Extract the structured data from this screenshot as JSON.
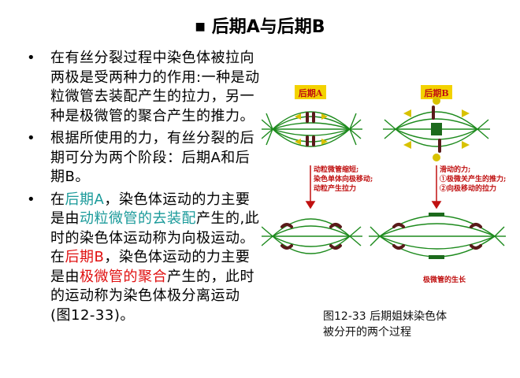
{
  "slide": {
    "title_marker": "■",
    "title": "后期A与后期B",
    "bullets": [
      {
        "marker": "•",
        "segments": [
          {
            "text": "在有丝分裂过程中染色体被拉向两极是受两种力的作用:一种是动粒微管去装配产生的拉力，另一种是极微管的聚合产生的推力。",
            "color": "black"
          }
        ]
      },
      {
        "marker": "•",
        "segments": [
          {
            "text": "根据所使用的力，有丝分裂的后期可分为两个阶段：后期A和后期B。",
            "color": "black"
          }
        ]
      },
      {
        "marker": "•",
        "segments": [
          {
            "text": "在",
            "color": "black"
          },
          {
            "text": "后期A",
            "color": "teal"
          },
          {
            "text": "，染色体运动的力主要是由",
            "color": "black"
          },
          {
            "text": "动粒微管的去装配",
            "color": "teal"
          },
          {
            "text": "产生的,此时的染色体运动称为向极运动。在",
            "color": "black"
          },
          {
            "text": "后期B",
            "color": "red"
          },
          {
            "text": "，染色体运动的力主要是由",
            "color": "black"
          },
          {
            "text": "极微管的聚合",
            "color": "red"
          },
          {
            "text": "产生的，此时的运动称为染色体极分离运动(图12-33)。",
            "color": "black"
          }
        ]
      }
    ]
  },
  "figure": {
    "label_a": "后期A",
    "label_b": "后期B",
    "note_a_lines": [
      "动粒微管缩短;",
      "染色单体向极移动;",
      "动粒产生拉力"
    ],
    "note_b_lines": [
      "滑动的力;",
      "①极微关产生的推力;",
      "②向极移动的拉力"
    ],
    "note_b_bottom": "极微管的生长",
    "colors": {
      "spindle": "#1c8a1c",
      "chromosome": "#5a1a1a",
      "arrow": "#d8c200",
      "label_bg": "#f3d200",
      "label_text": "#c01010",
      "note_text": "#c01010"
    }
  },
  "caption": {
    "line1": "图12-33 后期姐妹染色体",
    "line2": "被分开的两个过程"
  }
}
